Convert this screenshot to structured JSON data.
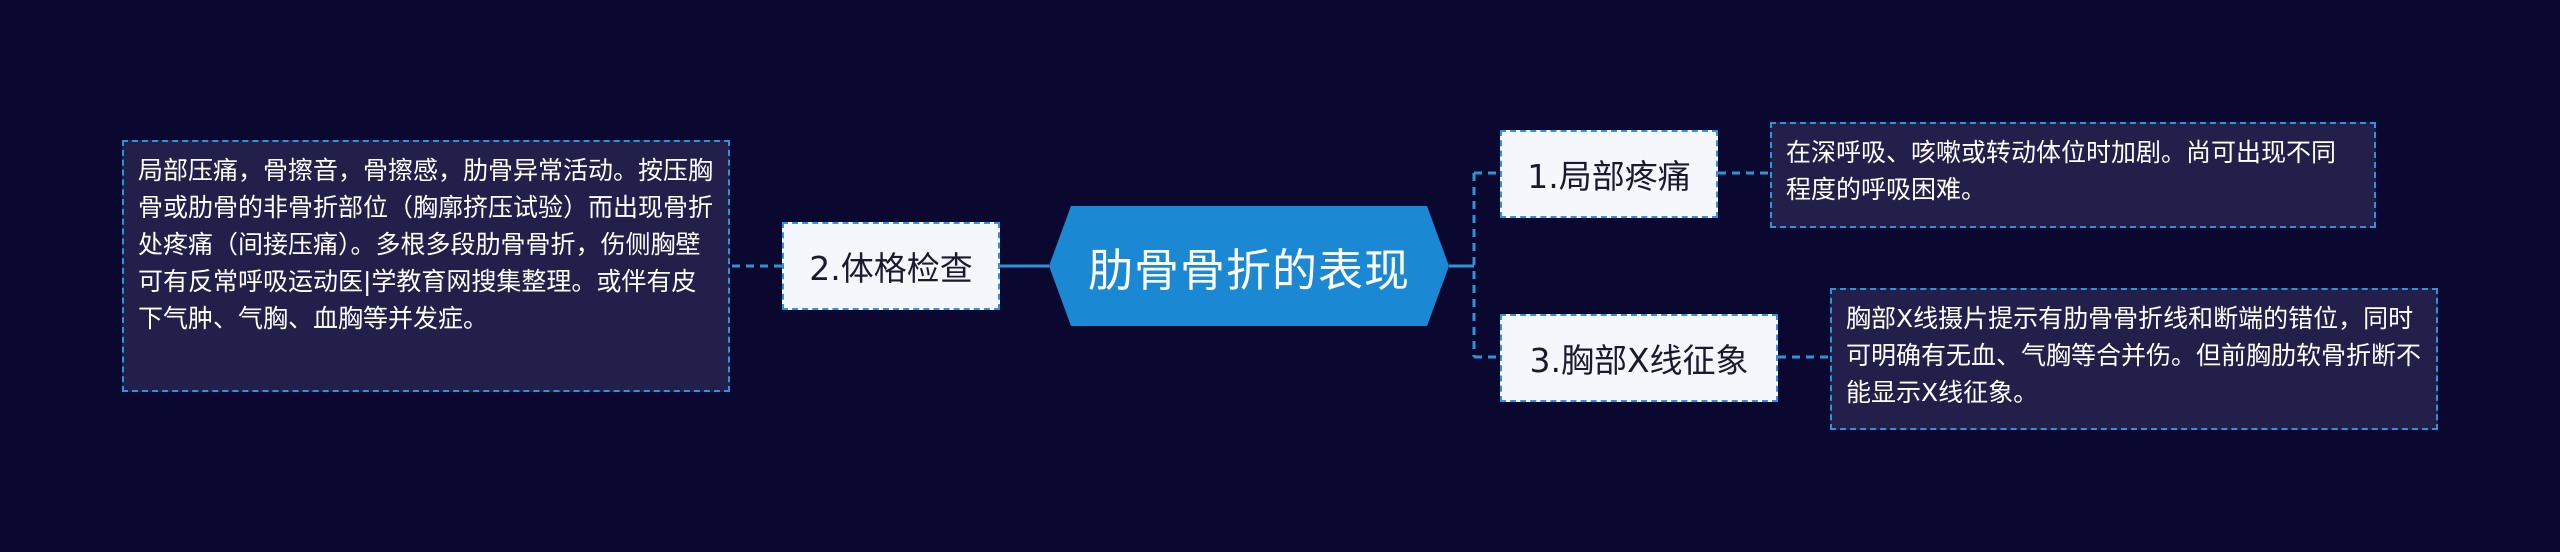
{
  "colors": {
    "background": "#0b0830",
    "center_fill": "#1a88d2",
    "topic_fill": "#f4f8fd",
    "note_fill": "#221f4a",
    "connector": "#2d93da"
  },
  "mindmap": {
    "center": "肋骨骨折的表现",
    "branches": [
      {
        "label": "1.局部疼痛",
        "side": "right",
        "note": "在深呼吸、咳嗽或转动体位时加剧。尚可出现不同程度的呼吸困难。"
      },
      {
        "label": "2.体格检查",
        "side": "left",
        "note": "局部压痛，骨擦音，骨擦感，肋骨异常活动。按压胸骨或肋骨的非骨折部位（胸廓挤压试验）而出现骨折处疼痛（间接压痛）。多根多段肋骨骨折，伤侧胸壁可有反常呼吸运动医|学教育网搜集整理。或伴有皮下气肿、气胸、血胸等并发症。"
      },
      {
        "label": "3.胸部X线征象",
        "side": "right",
        "note": "胸部X线摄片提示有肋骨骨折线和断端的错位，同时可明确有无血、气胸等合并伤。但前胸肋软骨折断不能显示X线征象。"
      }
    ]
  }
}
